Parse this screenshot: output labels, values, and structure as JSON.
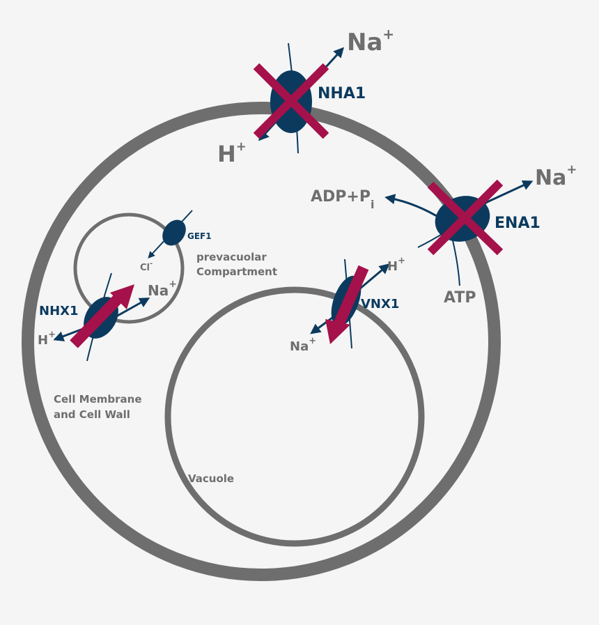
{
  "colors": {
    "background": "#f5f5f5",
    "membrane": "#6e6e6e",
    "transporter": "#0b3a5e",
    "knockout": "#a5114a"
  },
  "labels": {
    "nha1": "NHA1",
    "ena1": "ENA1",
    "vnx1": "VNX1",
    "nhx1": "NHX1",
    "gef1": "GEF1",
    "na_top": "Na",
    "na_top_sup": "+",
    "h_top": "H",
    "h_top_sup": "+",
    "na_right": "Na",
    "na_right_sup": "+",
    "adp": "ADP+P",
    "adp_sub": "i",
    "atp": "ATP",
    "h_vnx": "H",
    "h_vnx_sup": "+",
    "na_vnx": "Na",
    "na_vnx_sup": "+",
    "na_nhx": "Na",
    "na_nhx_sup": "+",
    "h_nhx": "H",
    "h_nhx_sup": "+",
    "cl": "Cl",
    "cl_sup": "-",
    "prevacuolar_1": "prevacuolar",
    "prevacuolar_2": "Compartment",
    "cell_membrane_1": "Cell Membrane",
    "cell_membrane_2": "and Cell Wall",
    "vacuole": "Vacuole"
  },
  "icons": {
    "knockout": "x-cross-icon",
    "overexpression": "thick-arrow-icon",
    "transport": "arrow-icon"
  }
}
